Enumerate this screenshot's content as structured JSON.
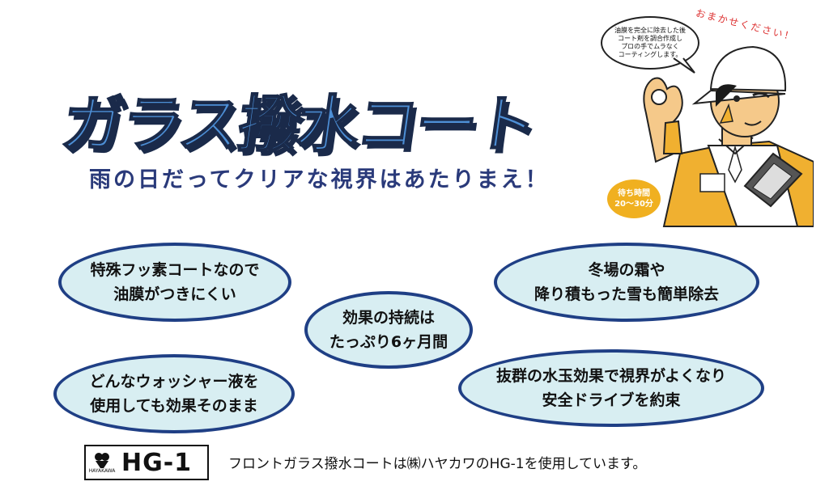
{
  "title": "ガラス撥水コート",
  "subtitle": "雨の日だってクリアな視界はあたりまえ！",
  "speech_bubble": {
    "lines": [
      "油膜を完全に除去した後",
      "コート剤を調合作成し",
      "プロの手でムラなく",
      "コーティングします。"
    ]
  },
  "shout": "おまかせください！",
  "badge": {
    "line1": "待ち時間",
    "line2": "20〜30分"
  },
  "features": [
    {
      "line1": "特殊フッ素コートなので",
      "line2": "油膜がつきにくい"
    },
    {
      "line1": "冬場の霜や",
      "line2": "降り積もった雪も簡単除去"
    },
    {
      "line1": "効果の持続は",
      "line2": "たっぷり6ヶ月間"
    },
    {
      "line1": "どんなウォッシャー液を",
      "line2": "使用しても効果そのまま"
    },
    {
      "line1": "抜群の水玉効果で視界がよくなり",
      "line2": "安全ドライブを約束"
    }
  ],
  "logo": {
    "text": "HG-1",
    "small": "HAYAKAWA"
  },
  "footer": "フロントガラス撥水コートは㈱ハヤカワのHG-1を使用しています。",
  "colors": {
    "title": "#4d8fd6",
    "oval_fill": "#d8eef2",
    "oval_border": "#1f3f85",
    "badge": "#f0b020",
    "shirt": "#f0b030"
  },
  "icons": [
    "mechanic-illustration",
    "speech-bubble",
    "hg1-logo-mark"
  ]
}
